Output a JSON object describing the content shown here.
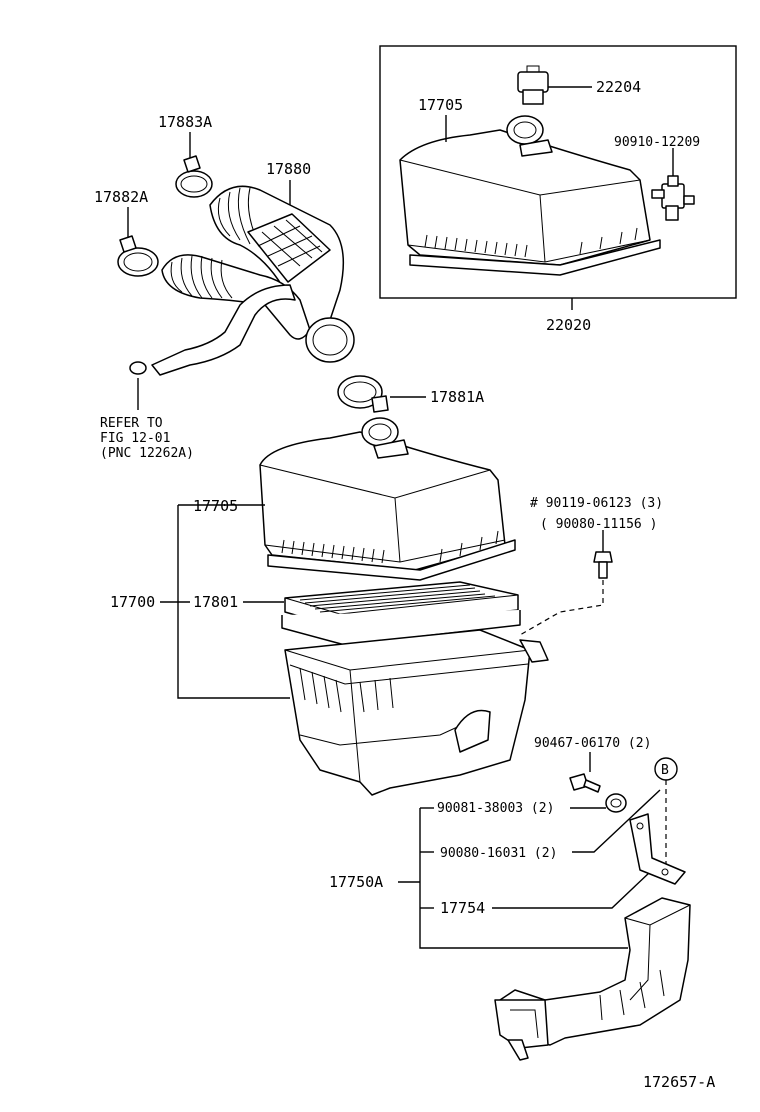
{
  "diagram_id": "172657-A",
  "inset_box": {
    "labels": {
      "cap_upper": "17705",
      "sensor": "22204",
      "valve": "90910-12209",
      "assembly": "22020"
    }
  },
  "labels": {
    "clamp_top": "17883A",
    "hose_inlet": "17880",
    "clamp_left": "17882A",
    "refer_line1": "REFER TO",
    "refer_line2": "FIG 12-01",
    "refer_line3": "(PNC 12262A)",
    "clamp_mid": "17881A",
    "cap": "17705",
    "assy": "17700",
    "element": "17801",
    "bolt_line1": "# 90119-06123 (3)",
    "bolt_line2": "( 90080-11156 )",
    "screw": "90467-06170 (2)",
    "marker_b": "B",
    "grommet": "90081-38003 (2)",
    "bolt2": "90080-16031 (2)",
    "duct_assy": "17750A",
    "bracket": "17754"
  }
}
